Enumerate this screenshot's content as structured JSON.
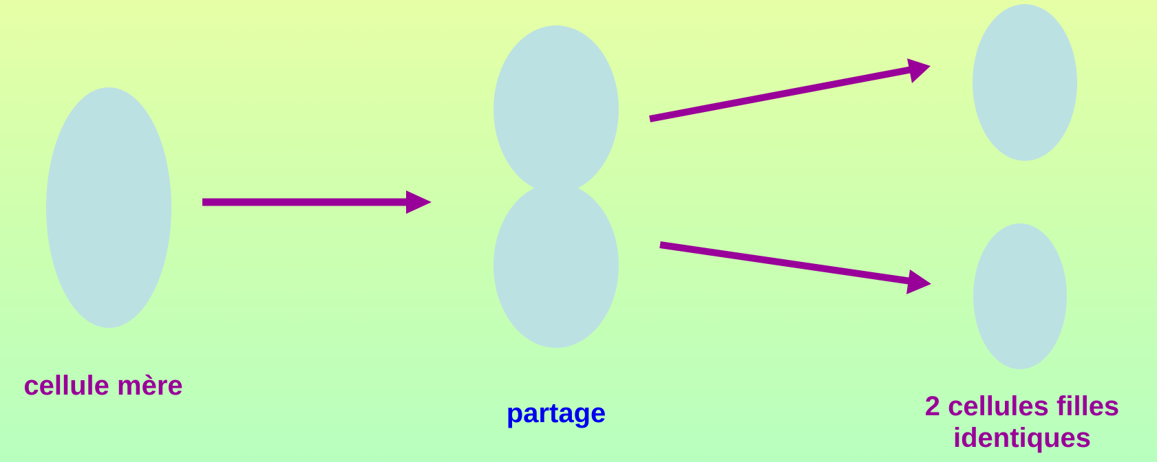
{
  "colors": {
    "cell": "#bce1e3",
    "arrow": "#990099",
    "label_primary": "#990099",
    "label_split": "#0000ee"
  },
  "labels": {
    "mother_cell": "cellule mère",
    "division": "partage",
    "daughter_cells": "2 cellules filles identiques"
  }
}
